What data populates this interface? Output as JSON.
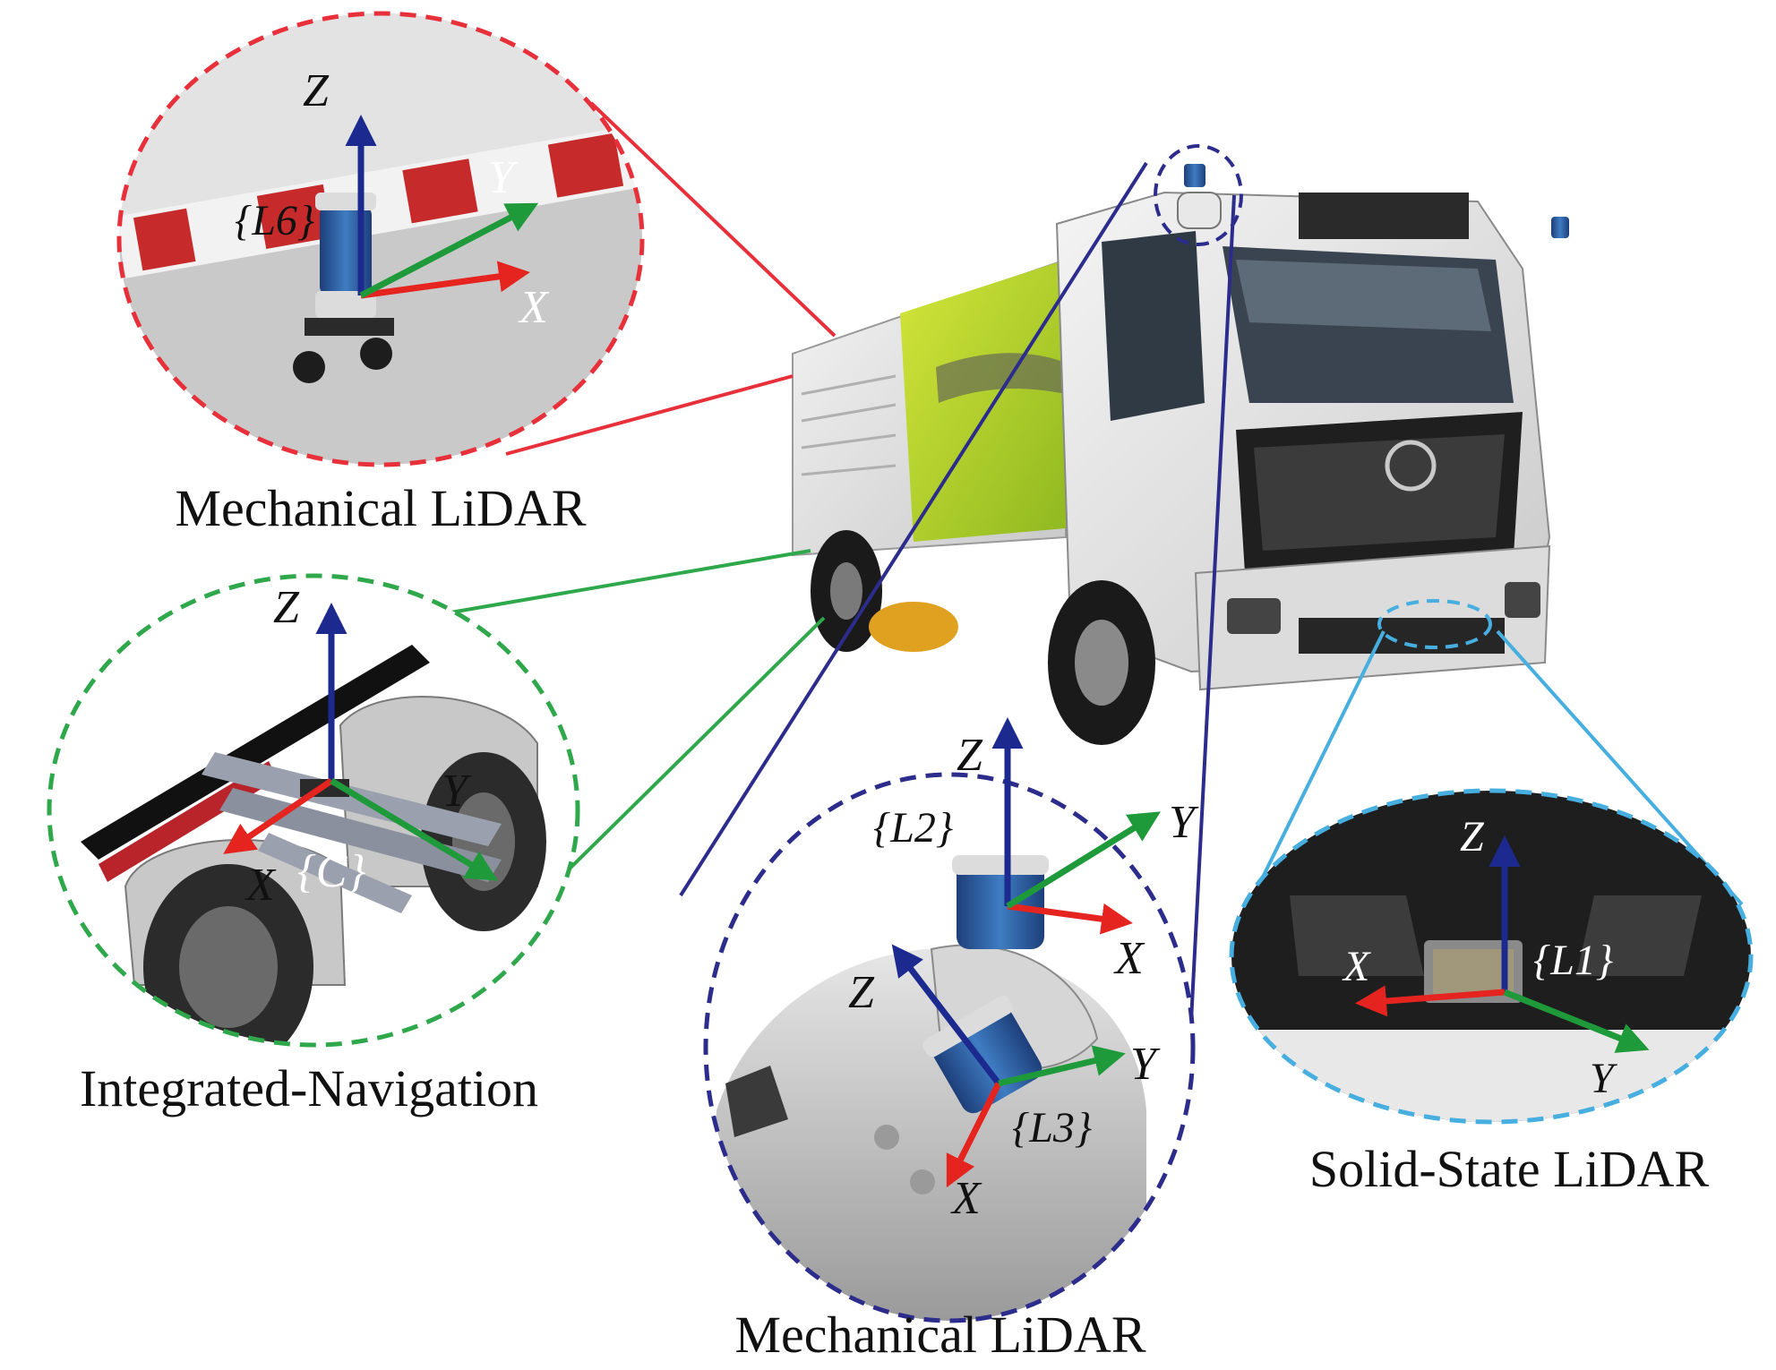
{
  "colors": {
    "red": "#e8303a",
    "green": "#2ea84a",
    "navy": "#2c2c8c",
    "sky": "#47aee0",
    "axis_x": "#e52420",
    "axis_y": "#1f9a3b",
    "axis_z": "#1c2a8f"
  },
  "captions": {
    "top_left": "Mechanical LiDAR",
    "mid_left": "Integrated-Navigation",
    "bottom_center": "Mechanical LiDAR",
    "right": "Solid-State LiDAR"
  },
  "frames": {
    "L6": {
      "frame": "{L6}",
      "x": "X",
      "y": "Y",
      "z": "Z"
    },
    "C": {
      "frame": "{C}",
      "x": "X",
      "y": "Y",
      "z": "Z"
    },
    "L2": {
      "frame": "{L2}",
      "x": "X",
      "y": "Y",
      "z": "Z"
    },
    "L3": {
      "frame": "{L3}",
      "x": "X",
      "y": "Y",
      "z": "Z"
    },
    "L1": {
      "frame": "{L1}",
      "x": "X",
      "y": "Y",
      "z": "Z"
    }
  },
  "icons": [
    "truck-photo",
    "lidar-sensor",
    "imu-chassis"
  ]
}
